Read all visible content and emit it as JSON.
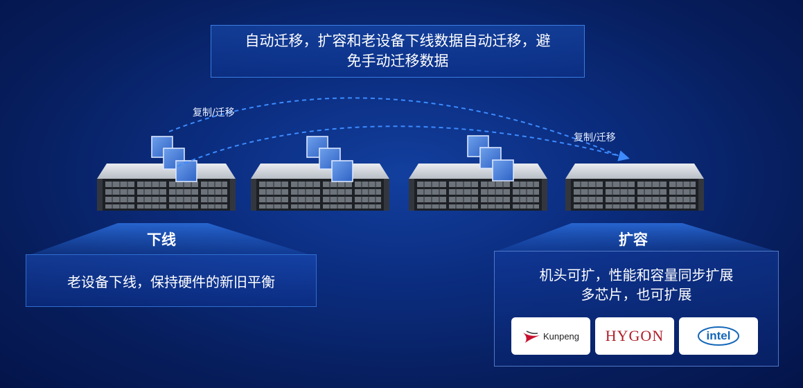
{
  "top_box": {
    "line1": "自动迁移，扩容和老设备下线数据自动迁移，避",
    "line2": "免手动迁移数据"
  },
  "arcs": {
    "label_left": "复制/迁移",
    "label_right": "复制/迁移"
  },
  "servers_count": 4,
  "offline": {
    "title": "下线",
    "description": "老设备下线，保持硬件的新旧平衡"
  },
  "expand": {
    "title": "扩容",
    "line1": "机头可扩，性能和容量同步扩展",
    "line2": "多芯片，也可扩展",
    "logos": [
      "Kunpeng",
      "HYGON",
      "intel"
    ]
  },
  "colors": {
    "arc": "#3d8bff",
    "cube_face": "#3f7ad6",
    "accent_border": "#3a7de0"
  }
}
